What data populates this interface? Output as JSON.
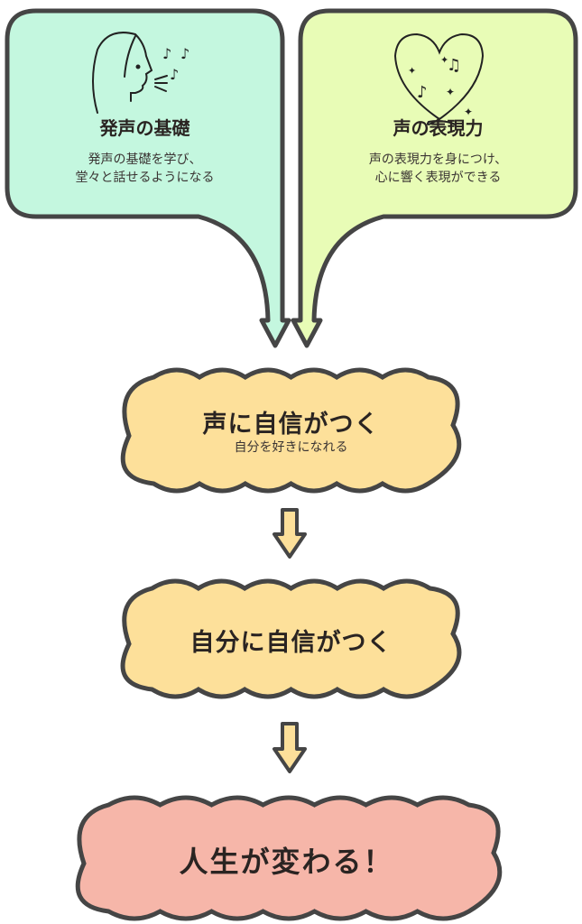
{
  "colors": {
    "stroke": "#454545",
    "mint": "#c4f7df",
    "lime": "#e8fcb6",
    "yellow": "#fde09a",
    "pink": "#f6b6a9"
  },
  "left_card": {
    "icon": "woman-singing-icon",
    "title": "発声の基礎",
    "desc_line1": "発声の基礎を学び、",
    "desc_line2": "堂々と話せるようになる"
  },
  "right_card": {
    "icon": "heart-music-icon",
    "title": "声の表現力",
    "desc_line1": "声の表現力を身につけ、",
    "desc_line2": "心に響く表現ができる"
  },
  "step1": {
    "title": "声に自信がつく",
    "subtitle": "自分を好きになれる"
  },
  "step2": {
    "title": "自分に自信がつく"
  },
  "step3": {
    "title": "人生が変わる！"
  }
}
